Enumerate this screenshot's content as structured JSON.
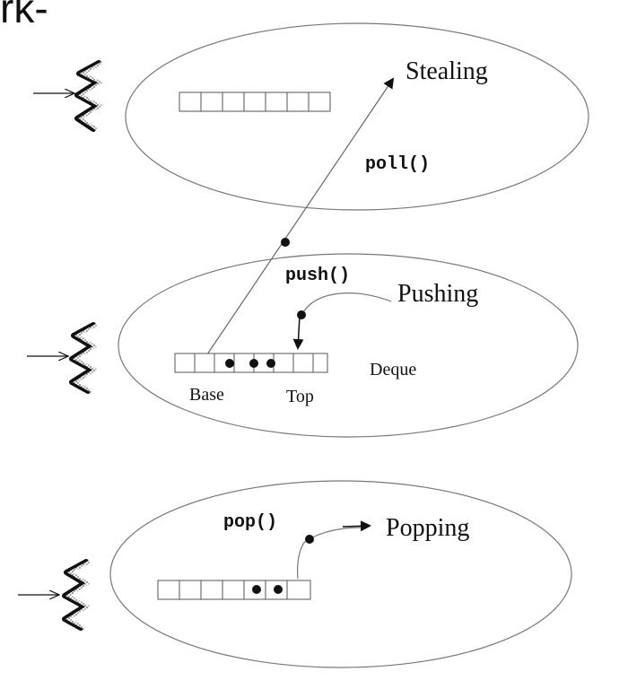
{
  "fragment_text": "rk-",
  "labels": {
    "stealing": "Stealing",
    "poll": "poll()",
    "push": "push()",
    "pushing": "Pushing",
    "deque": "Deque",
    "base": "Base",
    "top": "Top",
    "pop": "pop()",
    "popping": "Popping"
  }
}
